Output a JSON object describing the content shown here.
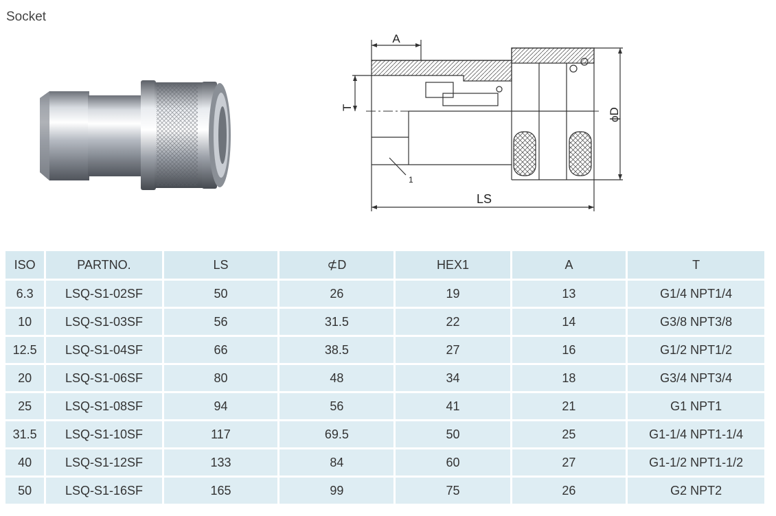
{
  "page": {
    "title": "Socket"
  },
  "drawing": {
    "label_a": "A",
    "label_t": "T",
    "label_d": "ϕD",
    "label_ls": "LS",
    "label_hex": "1"
  },
  "table": {
    "headers": [
      "ISO",
      "PARTNO.",
      "LS",
      "⊄D",
      "HEX1",
      "A",
      "T"
    ],
    "rows": [
      [
        "6.3",
        "LSQ-S1-02SF",
        "50",
        "26",
        "19",
        "13",
        "G1/4 NPT1/4"
      ],
      [
        "10",
        "LSQ-S1-03SF",
        "56",
        "31.5",
        "22",
        "14",
        "G3/8 NPT3/8"
      ],
      [
        "12.5",
        "LSQ-S1-04SF",
        "66",
        "38.5",
        "27",
        "16",
        "G1/2 NPT1/2"
      ],
      [
        "20",
        "LSQ-S1-06SF",
        "80",
        "48",
        "34",
        "18",
        "G3/4 NPT3/4"
      ],
      [
        "25",
        "LSQ-S1-08SF",
        "94",
        "56",
        "41",
        "21",
        "G1 NPT1"
      ],
      [
        "31.5",
        "LSQ-S1-10SF",
        "117",
        "69.5",
        "50",
        "25",
        "G1-1/4 NPT1-1/4"
      ],
      [
        "40",
        "LSQ-S1-12SF",
        "133",
        "84",
        "60",
        "27",
        "G1-1/2 NPT1-1/2"
      ],
      [
        "50",
        "LSQ-S1-16SF",
        "165",
        "99",
        "75",
        "26",
        "G2 NPT2"
      ]
    ]
  }
}
